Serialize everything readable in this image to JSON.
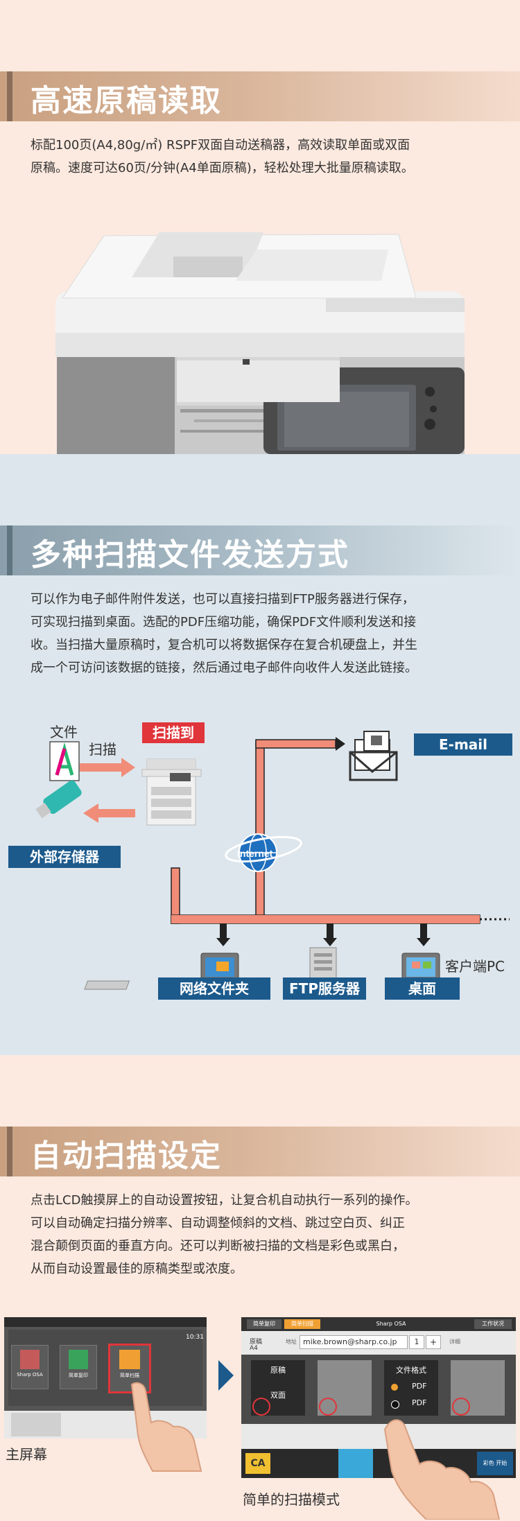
{
  "section1": {
    "title": "高速原稿读取",
    "lines": [
      "标配100页(A4,80g/㎡) RSPF双面自动送稿器，高效读取单面或双面",
      "原稿。速度可达60页/分钟(A4单面原稿)，轻松处理大批量原稿读取。"
    ]
  },
  "section2": {
    "title": "多种扫描文件发送方式",
    "lines": [
      "可以作为电子邮件附件发送，也可以直接扫描到FTP服务器进行保存，",
      "可实现扫描到桌面。选配的PDF压缩功能，确保PDF文件顺利发送和接",
      "收。当扫描大量原稿时，复合机可以将数据保存在复合机硬盘上，并生",
      "成一个可访问该数据的链接，然后通过电子邮件向收件人发送此链接。"
    ],
    "diagram": {
      "file_label": "文件",
      "scan_label": "扫描",
      "scan_to": "扫描到",
      "email": "E-mail",
      "external_storage": "外部存储器",
      "internet": "Internet",
      "network_folder": "网络文件夹",
      "ftp_server": "FTP服务器",
      "desktop": "桌面",
      "client_pc": "客户端PC"
    }
  },
  "section3": {
    "title": "自动扫描设定",
    "lines": [
      "点击LCD触摸屏上的自动设置按钮，让复合机自动执行一系列的操作。",
      "可以自动确定扫描分辨率、自动调整倾斜的文档、跳过空白页、纠正",
      "混合颠倒页面的垂直方向。还可以判断被扫描的文档是彩色或黑白，",
      "从而自动设置最佳的原稿类型或浓度。"
    ],
    "home_screen": {
      "caption": "主屏幕",
      "time": "10:31",
      "app1": "Sharp OSA",
      "app2": "简单复印",
      "app3": "简单扫描"
    },
    "scan_screen": {
      "caption": "简单的扫描模式",
      "tab1": "简单复印",
      "tab2": "简单扫描",
      "tab3": "Sharp OSA",
      "status_btn": "工作状况",
      "original_label": "原稿",
      "original_size": "A4",
      "address_label": "地址",
      "address": "mike.brown@sharp.co.jp",
      "count": "1",
      "plus": "+",
      "detail": "详细",
      "card1_title": "原稿",
      "card1_value": "双面",
      "card3_title": "文件格式",
      "pdf_color": "PDF",
      "pdf_bw": "PDF",
      "ca": "CA",
      "start_label": "彩色 开始"
    }
  },
  "colors": {
    "warm_bg": "#fce9df",
    "cool_bg": "#dde6ec",
    "red": "#e0353a",
    "blue": "#1c5a8c",
    "salmon": "#f08c78"
  }
}
